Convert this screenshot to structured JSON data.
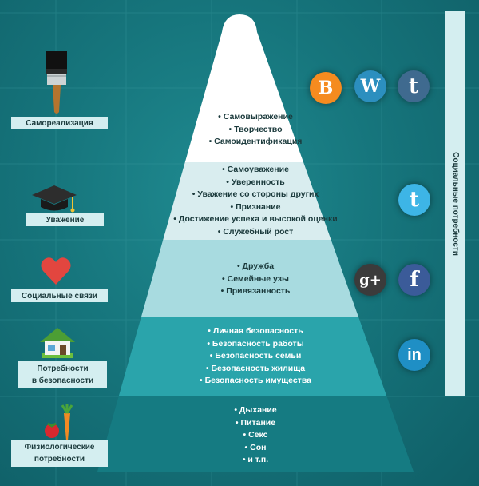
{
  "levels": [
    {
      "label": "Самореализация",
      "items": [
        "Самовыражение",
        "Творчество",
        "Самоидентификация"
      ],
      "color": "#ffffff",
      "icon": "paintbrush-icon"
    },
    {
      "label": "Уважение",
      "items": [
        "Самоуважение",
        "Уверенность",
        "Уважение со стороны других",
        "Признание",
        "Достижение успеха и высокой оценки",
        "Служебный рост"
      ],
      "color": "#d9edef",
      "icon": "graduation-cap-icon"
    },
    {
      "label": "Социальные связи",
      "items": [
        "Дружба",
        "Семейные узы",
        "Привязанность"
      ],
      "color": "#a8dbe0",
      "icon": "heart-icon"
    },
    {
      "label_line1": "Потребности",
      "label_line2": "в безопасности",
      "items": [
        "Личная безопасность",
        "Безопасность работы",
        "Безопасность семьи",
        "Безопасность жилища",
        "Безопасность имущества"
      ],
      "color": "#2aa4ab",
      "icon": "house-icon"
    },
    {
      "label_line1": "Физиологические",
      "label_line2": "потребности",
      "items": [
        "Дыхание",
        "Питание",
        "Секс",
        "Сон",
        "и т.п."
      ],
      "color": "#157b82",
      "icon": "vegetables-icon"
    }
  ],
  "side_label": "Социальные потребности",
  "social": {
    "blogger": {
      "glyph": "B",
      "color": "#f58b1f",
      "icon": "blogger-icon"
    },
    "wordpress": {
      "glyph": "W",
      "color": "#2c8fbf",
      "icon": "wordpress-icon"
    },
    "tumblr": {
      "glyph": "t",
      "color": "#3f6a8f",
      "icon": "tumblr-icon"
    },
    "twitter": {
      "glyph": "t",
      "color": "#3db5e6",
      "icon": "twitter-icon"
    },
    "googleplus": {
      "glyph": "g+",
      "color": "#3b3b3b",
      "icon": "google-plus-icon"
    },
    "facebook": {
      "glyph": "f",
      "color": "#3b5b99",
      "icon": "facebook-icon"
    },
    "linkedin": {
      "glyph": "in",
      "color": "#1f8fc5",
      "icon": "linkedin-icon"
    }
  }
}
